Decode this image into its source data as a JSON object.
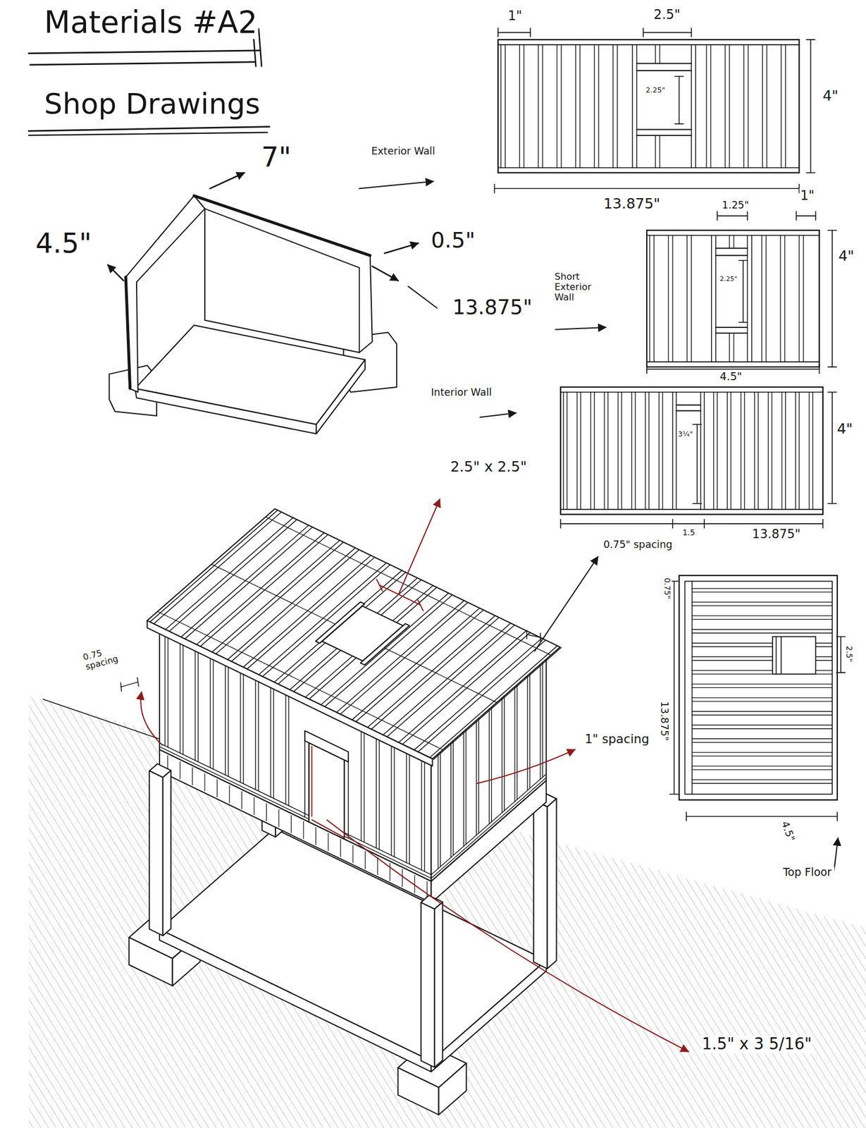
{
  "diagram": {
    "title": "Materials #A2",
    "labels": [
      "Shop Drawings",
      "7\"",
      "4.5\"",
      "0.5\"",
      "13.875\"",
      "Exterior Wall",
      "1\"",
      "2.5\"",
      "2.25\"",
      "4\"",
      "13.875\"",
      "Short Exterior Wall",
      "1.25\"",
      "1\"",
      "2.25\"",
      "4\"",
      "4.5\"",
      "Interior Wall",
      "3¼\"",
      "4\"",
      "1.5",
      "13.875\"",
      "0.75\" spacing",
      "2.5\" x 2.5\"",
      "0.75 spacing",
      "1\" spacing",
      "1.5\" x 3 5/16\"",
      "0.75\"",
      "2.5\"",
      "13.875\"",
      "4.5\"",
      "Top Floor"
    ]
  }
}
